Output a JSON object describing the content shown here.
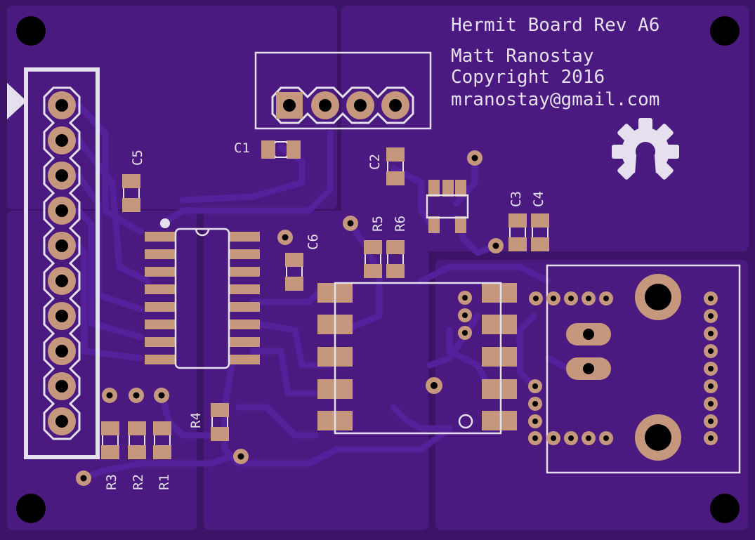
{
  "board": {
    "title": "Hermit Board Rev A6",
    "author": "Matt Ranostay",
    "copyright": "Copyright 2016",
    "email": "mranostay@gmail.com",
    "colors": {
      "board": "#3c1467",
      "pour": "#4a1a80",
      "trace": "#55219a",
      "copper": "#c5977d",
      "silkscreen": "#e6e0ee",
      "hole": "#000000"
    }
  },
  "components": {
    "c1": "C1",
    "c2": "C2",
    "c3": "C3",
    "c4": "C4",
    "c5": "C5",
    "c6": "C6",
    "r1": "R1",
    "r2": "R2",
    "r3": "R3",
    "r4": "R4",
    "r5": "R5",
    "r6": "R6"
  },
  "logo_icon": "gear-icon"
}
